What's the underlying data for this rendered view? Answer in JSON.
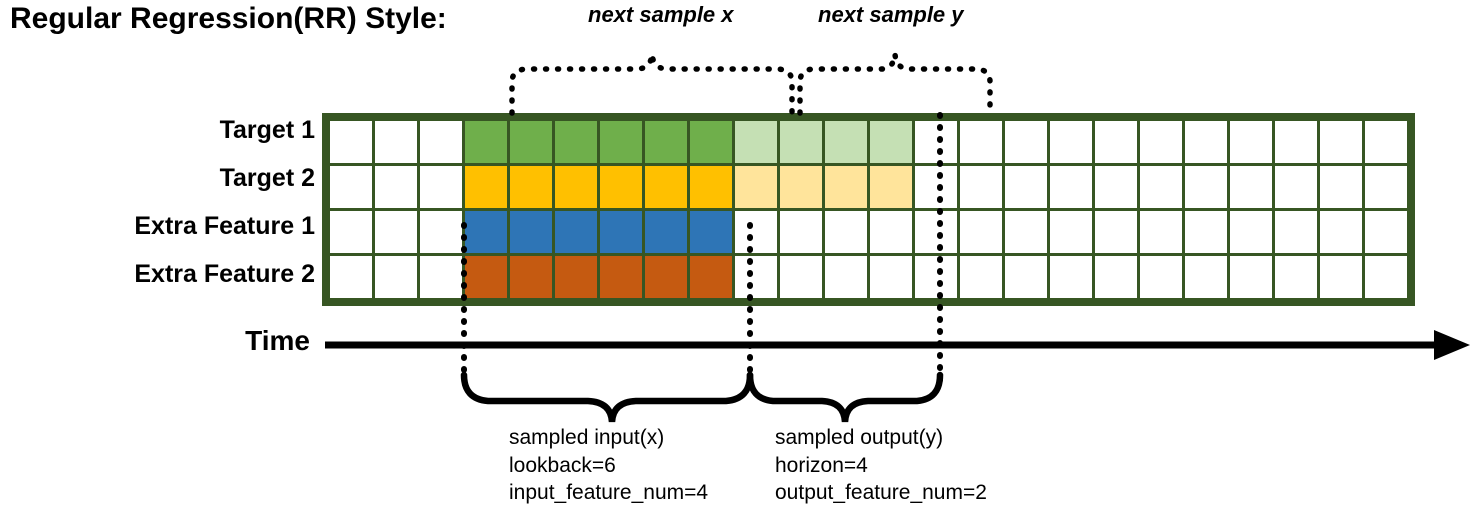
{
  "title": "Regular Regression(RR) Style:",
  "rows": [
    {
      "label": "Target 1",
      "name": "target-1"
    },
    {
      "label": "Target 2",
      "name": "target-2"
    },
    {
      "label": "Extra Feature 1",
      "name": "extra-feature-1"
    },
    {
      "label": "Extra Feature 2",
      "name": "extra-feature-2"
    }
  ],
  "grid": {
    "columns": 24,
    "rows": 4,
    "cell_classes": [
      [
        "w",
        "w",
        "w",
        "g",
        "g",
        "g",
        "g",
        "g",
        "g",
        "lg",
        "lg",
        "lg",
        "lg",
        "w",
        "w",
        "w",
        "w",
        "w",
        "w",
        "w",
        "w",
        "w",
        "w",
        "w"
      ],
      [
        "w",
        "w",
        "w",
        "y",
        "y",
        "y",
        "y",
        "y",
        "y",
        "ly",
        "ly",
        "ly",
        "ly",
        "w",
        "w",
        "w",
        "w",
        "w",
        "w",
        "w",
        "w",
        "w",
        "w",
        "w"
      ],
      [
        "w",
        "w",
        "w",
        "b",
        "b",
        "b",
        "b",
        "b",
        "b",
        "w",
        "w",
        "w",
        "w",
        "w",
        "w",
        "w",
        "w",
        "w",
        "w",
        "w",
        "w",
        "w",
        "w",
        "w"
      ],
      [
        "w",
        "w",
        "w",
        "o",
        "o",
        "o",
        "o",
        "o",
        "o",
        "w",
        "w",
        "w",
        "w",
        "w",
        "w",
        "w",
        "w",
        "w",
        "w",
        "w",
        "w",
        "w",
        "w",
        "w"
      ]
    ]
  },
  "annotations": {
    "top_left": "next sample x",
    "top_right": "next sample y"
  },
  "time_axis": {
    "label": "Time"
  },
  "bottom_left": {
    "line1": "sampled input(x)",
    "line2": "lookback=6",
    "line3": "input_feature_num=4"
  },
  "bottom_right": {
    "line1": "sampled output(y)",
    "line2": "horizon=4",
    "line3": "output_feature_num=2"
  },
  "colors": {
    "grid_border": "#375623",
    "target1_solid": "#6FAF4B",
    "target1_light": "#C5E0B4",
    "target2_solid": "#FFC000",
    "target2_light": "#FFE49B",
    "extra1": "#2E75B6",
    "extra2": "#C55A11",
    "ink": "#000000"
  }
}
